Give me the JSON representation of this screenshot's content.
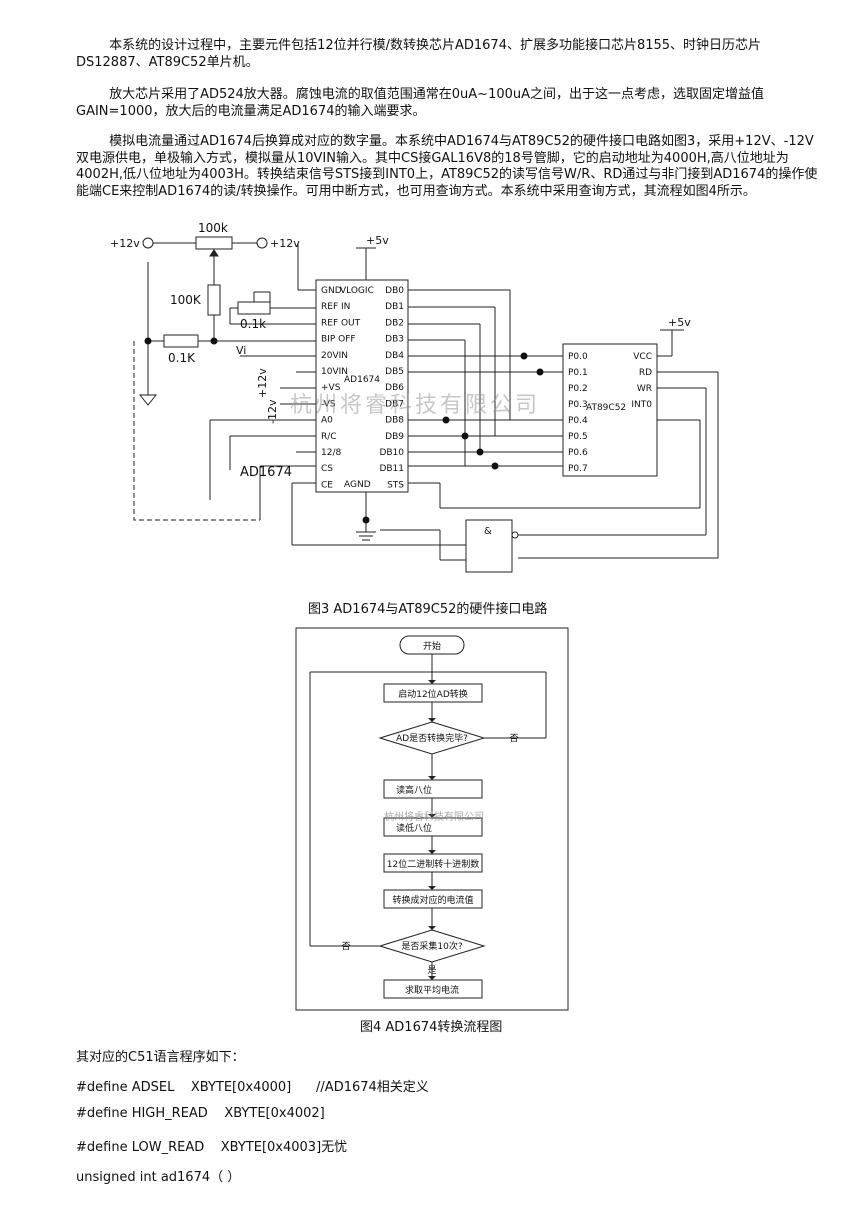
{
  "paragraphs": [
    "本系统的设计过程中，主要元件包括12位并行模/数转换芯片AD1674、扩展多功能接口芯片8155、时钟日历芯片DS12887、AT89C52单片机。",
    "放大芯片采用了AD524放大器。腐蚀电流的取值范围通常在0uA~100uA之间，出于这一点考虑，选取固定增益值GAIN=1000，放大后的电流量满足AD1674的输入端要求。",
    "模拟电流量通过AD1674后换算成对应的数字量。本系统中AD1674与AT89C52的硬件接口电路如图3，采用+12V、-12V双电源供电，单极输入方式，模拟量从10VIN输入。其中CS接GAL16V8的18号管脚，它的启动地址为4000H,高八位地址为4002H,低八位地址为4003H。转换结束信号STS接到INT0上，AT89C52的读写信号W/R、RD通过与非门接到AD1674的操作使能端CE来控制AD1674的读/转换操作。可用中断方式，也可用查询方式。本系统中采用查询方式，其流程如图4所示。"
  ],
  "figure3": {
    "caption": "图3  AD1674与AT89C52的硬件接口电路",
    "watermark": "杭州将睿科技有限公司",
    "labels": {
      "plus12v_left": "+12v",
      "plus12v_right": "+12v",
      "r100k_top": "100k",
      "r100k_side": "100K",
      "r01k_pot": "0.1k",
      "r01k_bottom": "0.1K",
      "plus5v_top": "+5v",
      "plus5v_right": "+5v",
      "vi": "Vi",
      "plus12v_vs": "+12v",
      "minus12v_vs": "-12v",
      "ad1674_label": "AD1674",
      "chip_name": "AD1674",
      "mcu_name": "AT89C52",
      "nand": "&"
    },
    "ad_left_pins": [
      "GND",
      "REF IN",
      "REF OUT",
      "BIP OFF",
      "20VIN",
      "10VIN",
      "+VS",
      "-VS",
      "A0",
      "R/C",
      "12/8",
      "CS",
      "CE"
    ],
    "ad_top_pin": "VLOGIC",
    "ad_bottom_pin": "AGND",
    "ad_right_pins": [
      "DB0",
      "DB1",
      "DB2",
      "DB3",
      "DB4",
      "DB5",
      "DB6",
      "DB7",
      "DB8",
      "DB9",
      "DB10",
      "DB11",
      "STS"
    ],
    "mcu_left_pins": [
      "P0.0",
      "P0.1",
      "P0.2",
      "P0.3",
      "P0.4",
      "P0.5",
      "P0.6",
      "P0.7"
    ],
    "mcu_right_pins": [
      "VCC",
      "RD",
      "WR",
      "INT0"
    ]
  },
  "figure4": {
    "caption": "图4  AD1674转换流程图",
    "watermark": "杭州将睿科技有限公司",
    "start": "开始",
    "steps": [
      "启动12位AD转换",
      "AD是否转换完毕?",
      "读高八位",
      "读低八位",
      "12位二进制转十进制数",
      "转换成对应的电流值",
      "是否采集10次?",
      "求取平均电流"
    ],
    "no": "否",
    "no2": "否",
    "yes": "是"
  },
  "code_intro": "其对应的C51语言程序如下：",
  "code_lines": [
    "#define ADSEL    XBYTE[0x4000]      //AD1674相关定义",
    "#define HIGH_READ    XBYTE[0x4002]",
    "#define LOW_READ    XBYTE[0x4003]无忧",
    "unsigned int ad1674（ ）"
  ]
}
